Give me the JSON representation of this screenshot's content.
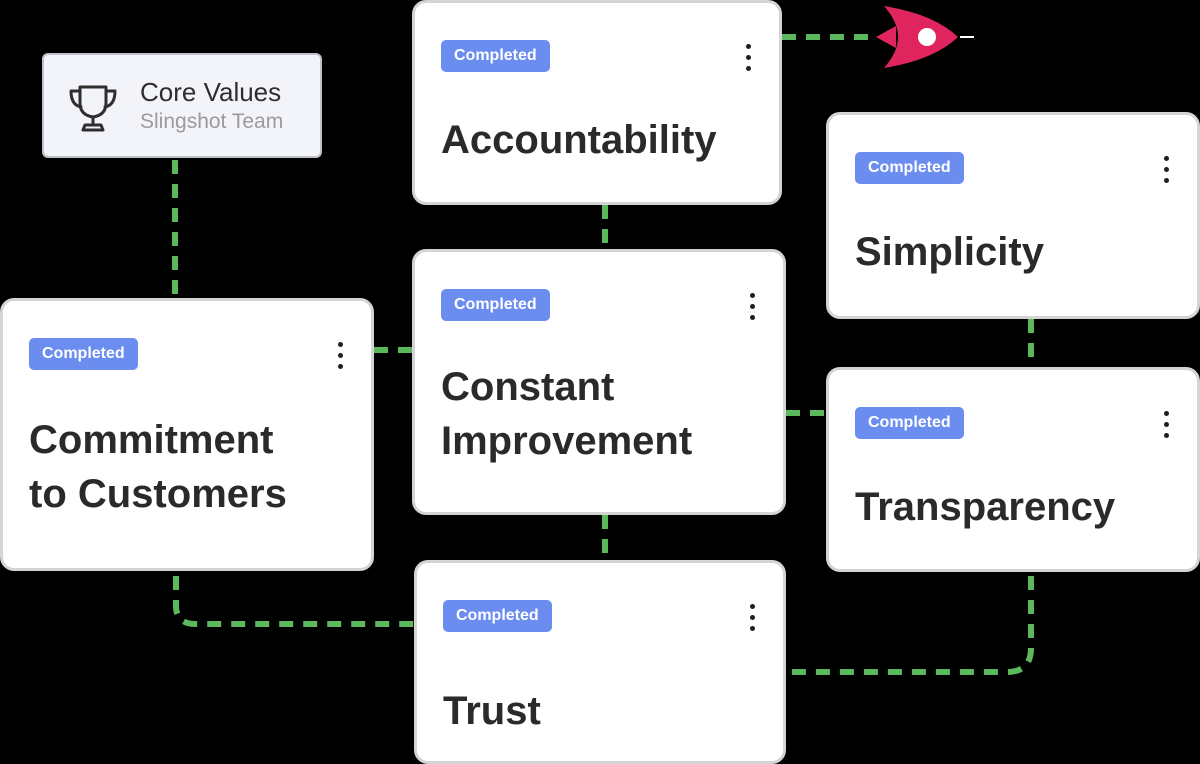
{
  "root": {
    "title": "Core Values",
    "subtitle": "Slingshot Team",
    "icon": "trophy-icon"
  },
  "cards": {
    "accountability": {
      "status": "Completed",
      "title_lines": [
        "Accountability"
      ]
    },
    "simplicity": {
      "status": "Completed",
      "title_lines": [
        "Simplicity"
      ]
    },
    "improvement": {
      "status": "Completed",
      "title_lines": [
        "Constant",
        "Improvement"
      ]
    },
    "commitment": {
      "status": "Completed",
      "title_lines": [
        "Commitment",
        "to Customers"
      ]
    },
    "transparency": {
      "status": "Completed",
      "title_lines": [
        "Transparency"
      ]
    },
    "trust": {
      "status": "Completed",
      "title_lines": [
        "Trust"
      ]
    }
  },
  "icons": {
    "card_menu": "more-vertical-icon",
    "goal_marker": "rocket-icon"
  },
  "colors": {
    "connector": "#5cb85c",
    "badge": "#6b8df0",
    "rocket": "#e0245e",
    "card_border": "#d4d4d4",
    "background": "#000000"
  }
}
